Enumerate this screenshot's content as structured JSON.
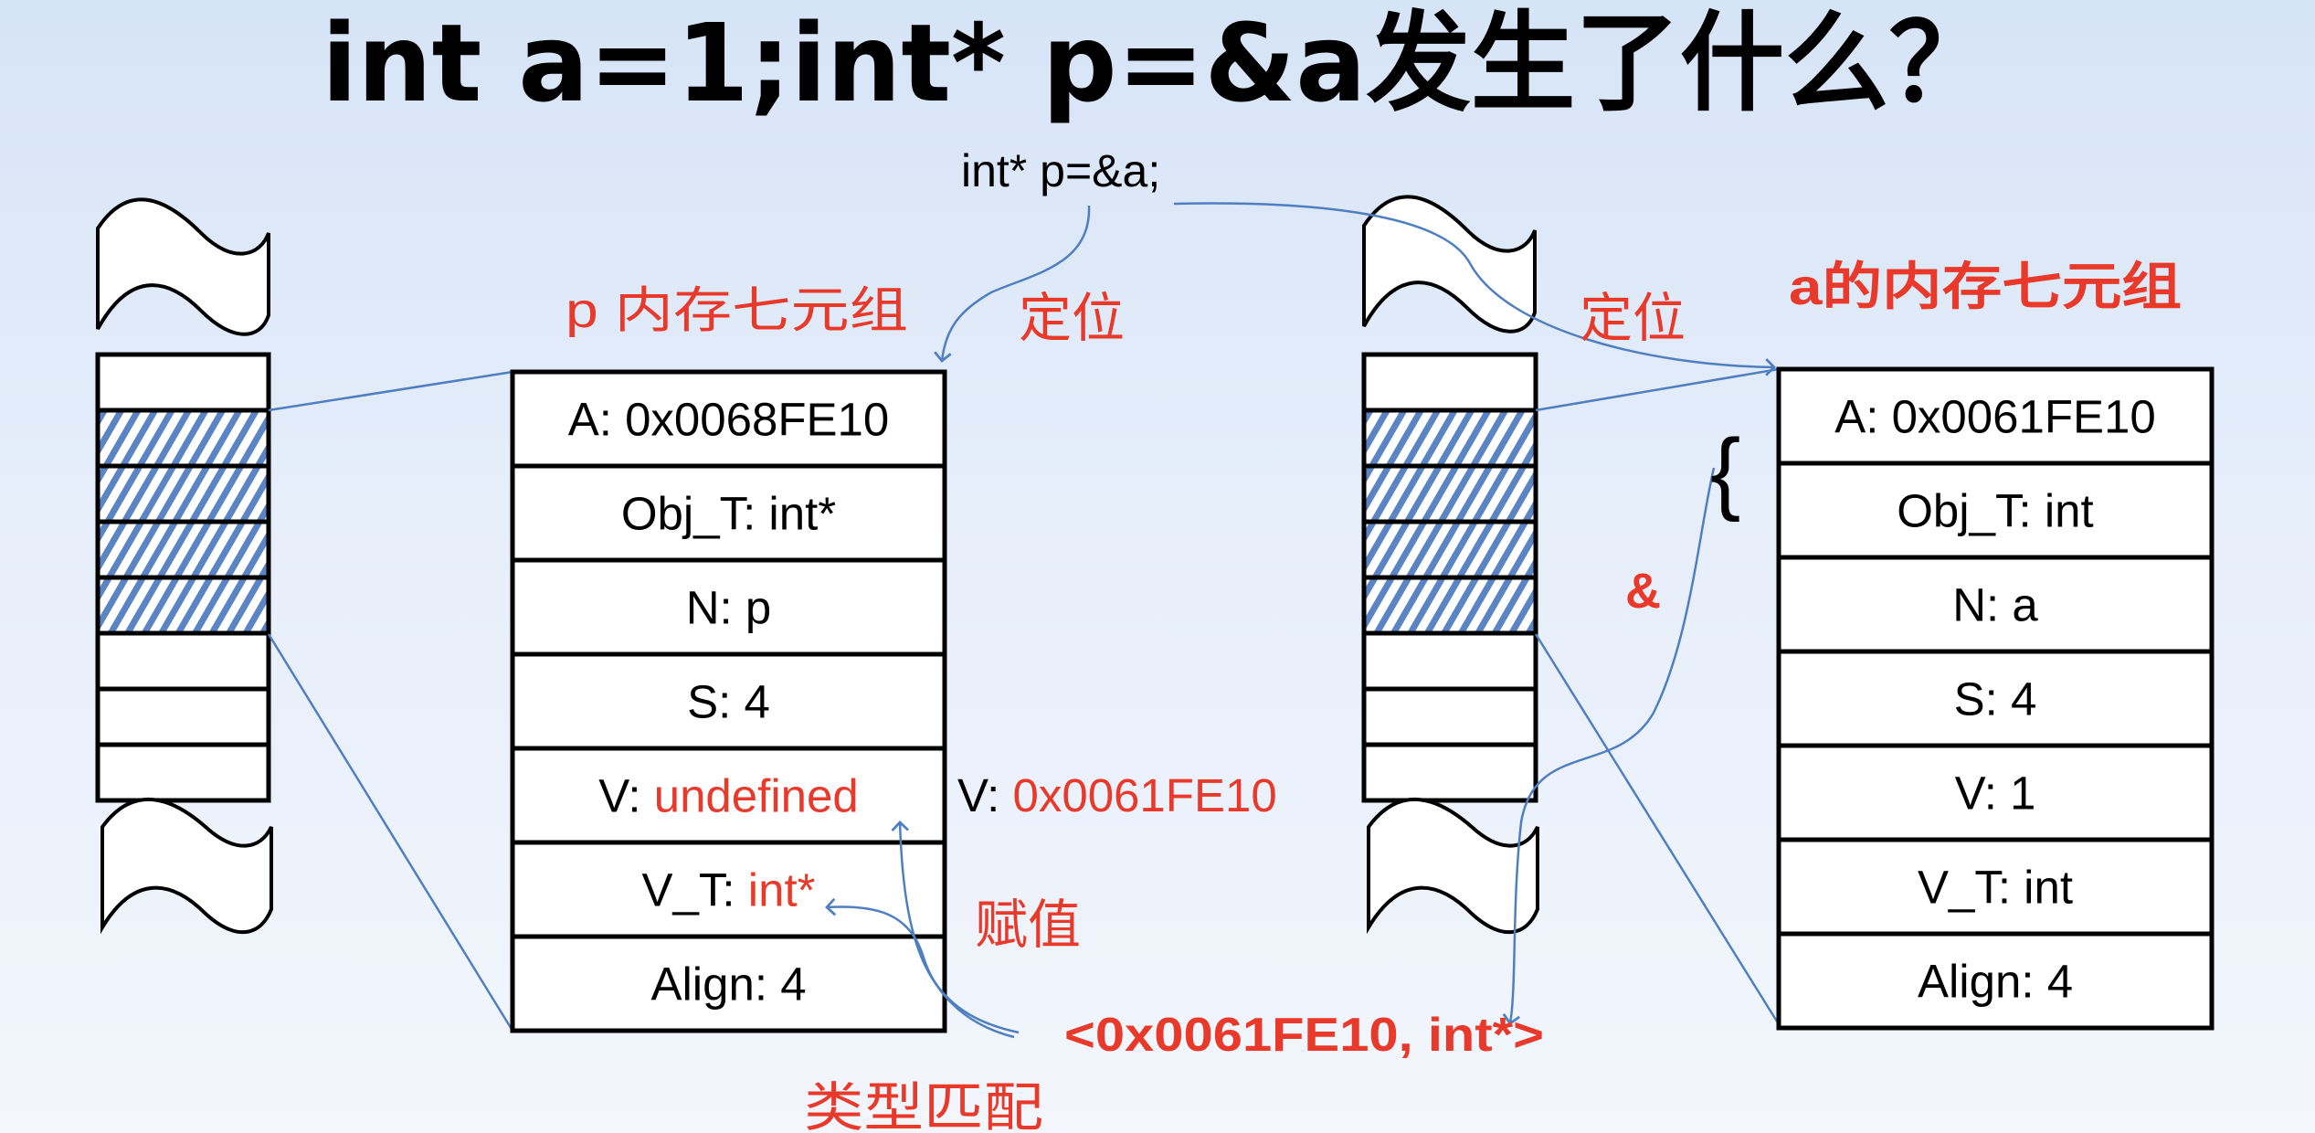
{
  "title": "int a=1;int* p=&a发生了什么？",
  "statement": "int* p=&a;",
  "left": {
    "caption": "p 内存七元组",
    "locate_label": "定位",
    "rows": [
      {
        "label": "A: ",
        "value": "0x0068FE10"
      },
      {
        "label": "Obj_T: ",
        "value": "int*"
      },
      {
        "label": "N: ",
        "value": "p"
      },
      {
        "label": "S: ",
        "value": "4"
      },
      {
        "label": "V: ",
        "value": "undefined",
        "overlay_value": "0x0061FE10"
      },
      {
        "label": "V_T: ",
        "value": "int*"
      },
      {
        "label": "Align: ",
        "value": "4"
      }
    ]
  },
  "right": {
    "caption": "a的内存七元组",
    "locate_label": "定位",
    "brace": "{",
    "address_op": "&",
    "rows": [
      {
        "label": "A: ",
        "value": "0x0061FE10"
      },
      {
        "label": "Obj_T: ",
        "value": "int"
      },
      {
        "label": "N: ",
        "value": "a"
      },
      {
        "label": "S: ",
        "value": "4"
      },
      {
        "label": "V: ",
        "value": "1"
      },
      {
        "label": "V_T: ",
        "value": "int"
      },
      {
        "label": "Align: ",
        "value": "4"
      }
    ]
  },
  "assign_label": "赋值",
  "result_tuple": "<0x0061FE10, int*>",
  "type_match_label": "类型匹配",
  "colors": {
    "accent_red": "#e8392b",
    "link_blue": "#4f7fc0"
  }
}
